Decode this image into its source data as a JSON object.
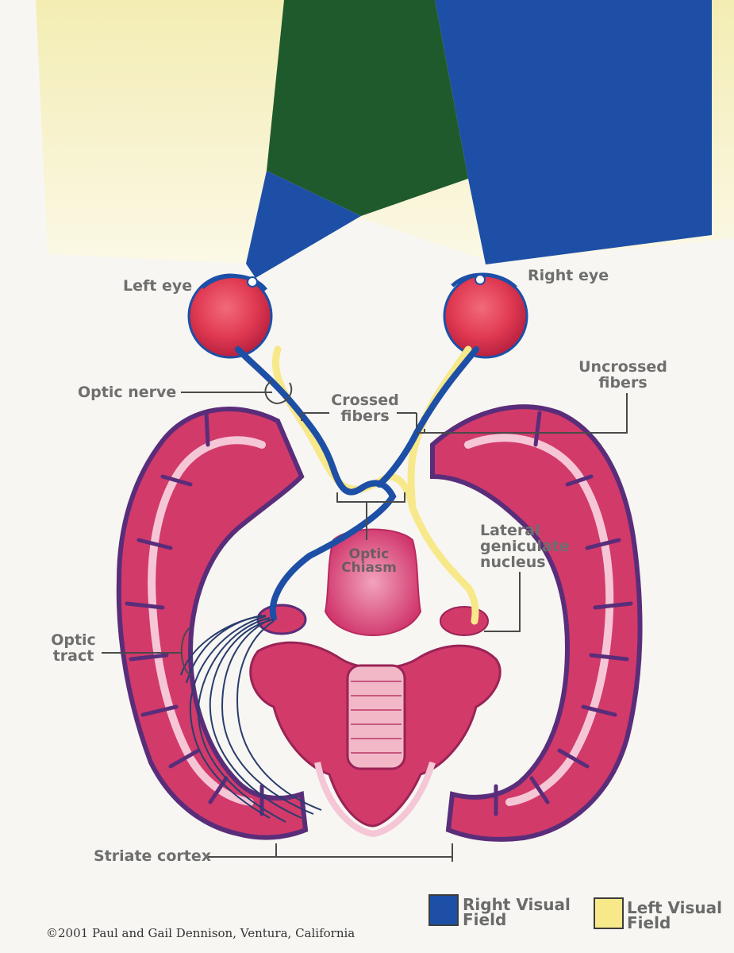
{
  "labels": {
    "left_eye": "Left eye",
    "right_eye": "Right eye",
    "optic_nerve": "Optic nerve",
    "crossed_fibers_1": "Crossed",
    "crossed_fibers_2": "fibers",
    "uncrossed_fibers_1": "Uncrossed",
    "uncrossed_fibers_2": "fibers",
    "optic_chiasm_1": "Optic",
    "optic_chiasm_2": "Chiasm",
    "lgn_1": "Lateral",
    "lgn_2": "geniculate",
    "lgn_3": "nucleus",
    "optic_tract_1": "Optic",
    "optic_tract_2": "tract",
    "striate_cortex": "Striate cortex"
  },
  "legend": {
    "right_label_1": "Right Visual",
    "right_label_2": "Field",
    "right_color": "#1d4fa6",
    "left_label_1": "Left Visual",
    "left_label_2": "Field",
    "left_color": "#f7e88a"
  },
  "copyright": "©2001 Paul and Gail Dennison, Ventura, California",
  "colors": {
    "right_visual_field": "#1d4fa6",
    "left_visual_field": "#f6f1b4",
    "overlap_field": "#1f5a2c",
    "eye": "#e03a52",
    "cortex_pink": "#d23a6a",
    "cortex_purple": "#5a2d7a"
  }
}
